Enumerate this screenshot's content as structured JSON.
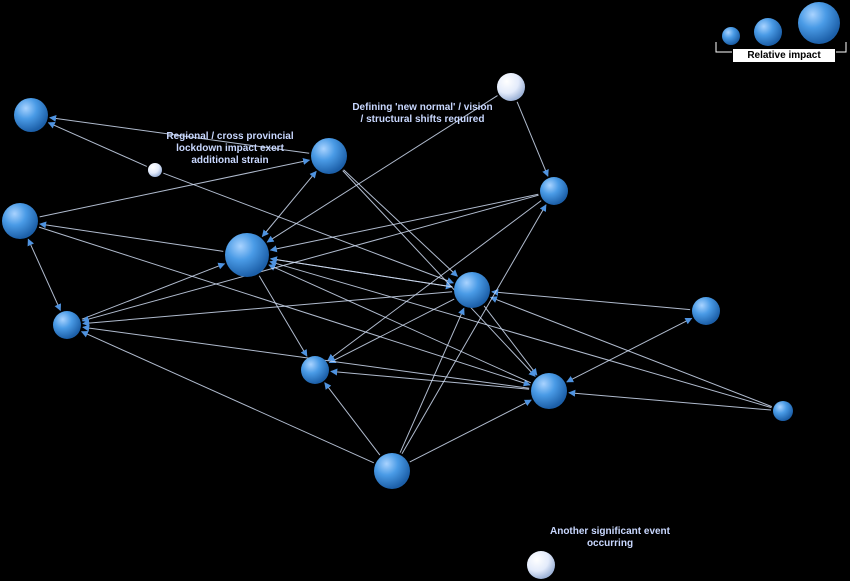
{
  "labels": {
    "regional": "Regional / cross provincial\nlockdown impact exert\nadditional strain",
    "new_normal": "Defining 'new normal' / vision\n/ structural shifts required",
    "another_event": "Another significant event\noccurring"
  },
  "legend": {
    "title": "Relative impact"
  },
  "colors": {
    "background": "#000000",
    "node_blue": "#3d8fd9",
    "node_white": "#e6eefc",
    "edge": "#cfdcf2",
    "arrow": "#4f93e0",
    "label_text": "#c9d8ff"
  }
}
